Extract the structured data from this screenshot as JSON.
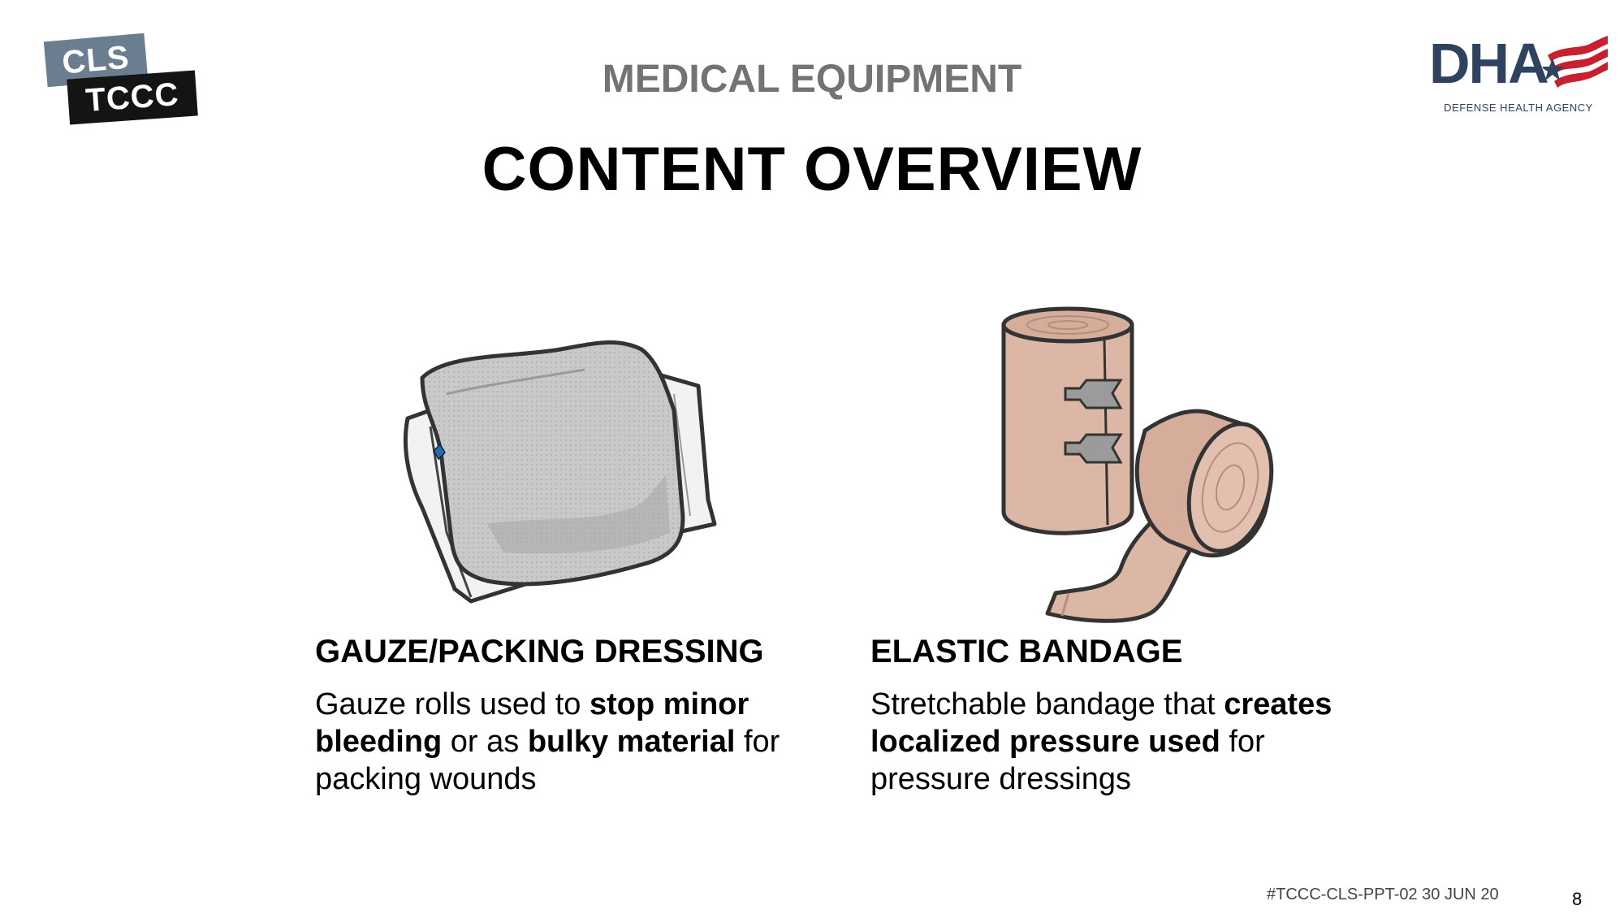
{
  "logo": {
    "line1": "CLS",
    "line2": "TCCC"
  },
  "agency": {
    "letters": "DHA",
    "name": "DEFENSE HEALTH AGENCY",
    "colors": {
      "navy": "#2f4360",
      "red": "#c8202f"
    }
  },
  "header": {
    "section": "MEDICAL EQUIPMENT",
    "title": "CONTENT OVERVIEW"
  },
  "items": [
    {
      "heading": "GAUZE/PACKING DRESSING",
      "icon": "gauze-roll-icon",
      "body": [
        {
          "text": "Gauze rolls used to ",
          "bold": false
        },
        {
          "text": "stop minor bleeding",
          "bold": true
        },
        {
          "text": " or as ",
          "bold": false
        },
        {
          "text": "bulky material",
          "bold": true
        },
        {
          "text": " for packing wounds",
          "bold": false
        }
      ]
    },
    {
      "heading": "ELASTIC BANDAGE",
      "icon": "elastic-bandage-icon",
      "body": [
        {
          "text": "Stretchable bandage that ",
          "bold": false
        },
        {
          "text": "creates localized pressure used",
          "bold": true
        },
        {
          "text": " for pressure dressings",
          "bold": false
        }
      ]
    }
  ],
  "footer": {
    "code": "#TCCC-CLS-PPT-02 30 JUN 20",
    "page": "8"
  }
}
